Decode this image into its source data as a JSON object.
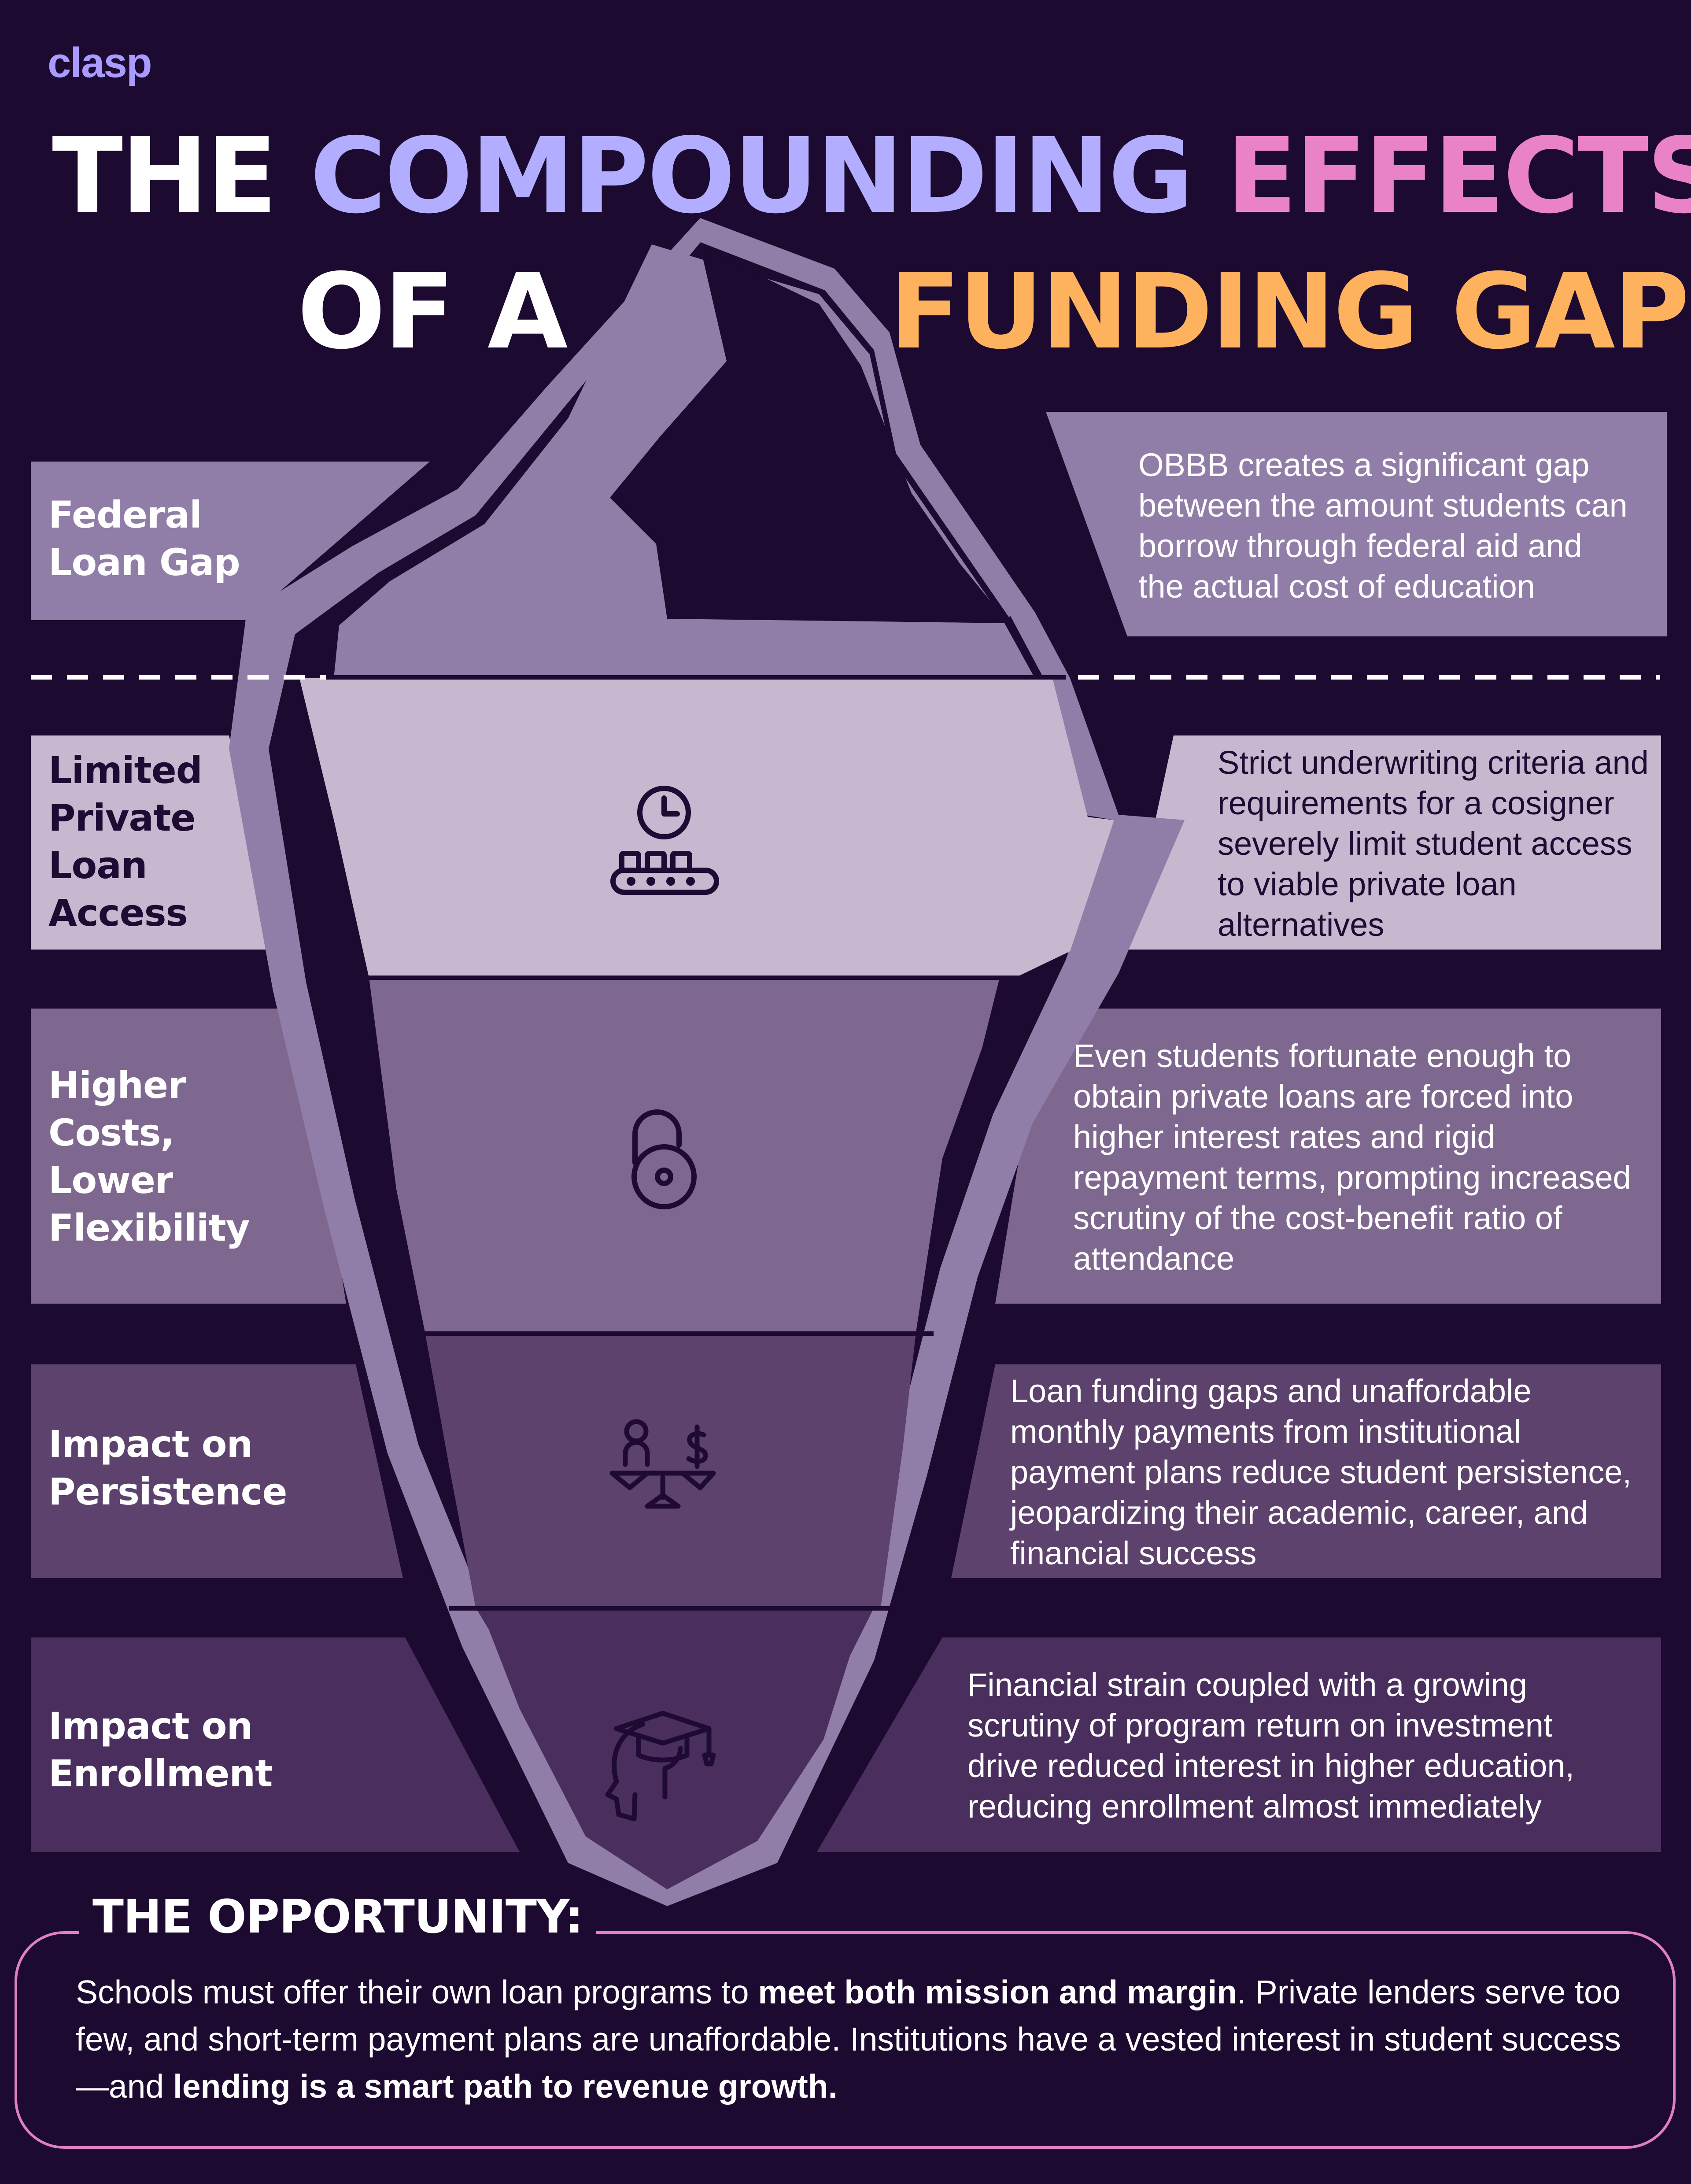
{
  "brand": {
    "logo_text": "clasp"
  },
  "title": {
    "line1": [
      "THE",
      "COMPOUNDING",
      "EFFECTS"
    ],
    "line2": [
      "OF A",
      "FUNDING GAP"
    ]
  },
  "layers": [
    {
      "label": "Federal\nLoan Gap",
      "description": "OBBB creates a significant gap between the amount students can borrow through federal aid and the actual cost of education",
      "icon": ""
    },
    {
      "label": "Limited\nPrivate\nLoan\nAccess",
      "description": "Strict underwriting criteria and requirements for a cosigner severely limit student access to viable private loan alternatives",
      "icon": "clock-conveyor-icon"
    },
    {
      "label": "Higher\nCosts,\nLower\nFlexibility",
      "description": "Even students fortunate enough to obtain private loans are forced into higher interest rates and rigid repayment terms, prompting increased scrutiny of the cost-benefit ratio of attendance",
      "icon": "padlock-icon"
    },
    {
      "label": "Impact on\nPersistence",
      "description": "Loan funding gaps and unaffordable monthly payments from institutional payment plans reduce student persistence, jeopardizing their academic, career, and financial success",
      "icon": "person-scale-dollar-icon"
    },
    {
      "label": "Impact on\nEnrollment",
      "description": "Financial strain coupled with a growing scrutiny of program return on investment drive reduced interest in higher education, reducing enrollment almost immediately",
      "icon": "head-graduation-cap-icon"
    }
  ],
  "opportunity": {
    "heading": "THE OPPORTUNITY:",
    "body": [
      {
        "text": "Schools must offer their own loan programs to ",
        "bold": false
      },
      {
        "text": "meet both mission and margin",
        "bold": true
      },
      {
        "text": ". Private lenders serve too few, and short-term payment plans are unaffordable. Institutions have a vested interest in student success—and ",
        "bold": false
      },
      {
        "text": "lending is a smart path to revenue growth.",
        "bold": true
      }
    ]
  },
  "colors": {
    "background": "#1c0a30",
    "lavender": "#b3adff",
    "pink": "#ea82c8",
    "orange": "#ffb25e",
    "tier1": "#917ea8",
    "tier2": "#c5b8cf",
    "tier3": "#7f688f",
    "tier4": "#5c426c",
    "tier5": "#4a2f5e",
    "opportunity_border": "#e07fc4"
  }
}
